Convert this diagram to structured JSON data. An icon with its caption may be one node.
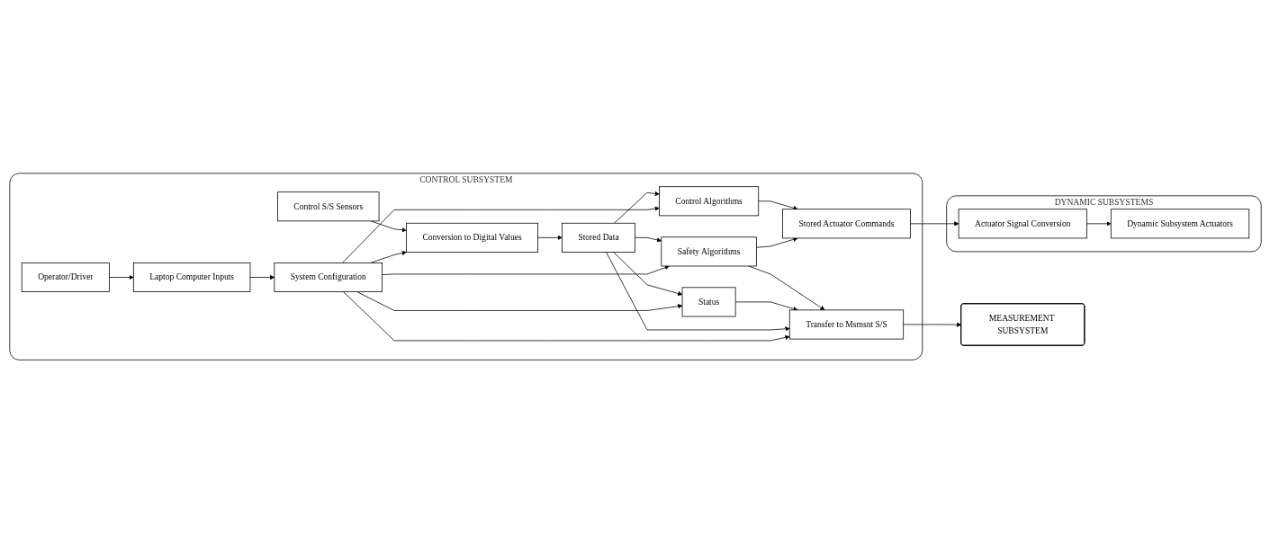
{
  "diagram": {
    "nodes": [
      {
        "text": [
          "CONTROL SUBSYSTEM"
        ]
      },
      {
        "text": [
          "Control S/S Sensors"
        ],
        "in": 0
      },
      {
        "text": [
          "Conversion to Digital Values"
        ],
        "in": 0
      },
      {
        "text": [
          "Stored Data"
        ],
        "in": 0
      },
      {
        "text": [
          "Control Algorithms"
        ],
        "in": 0
      },
      {
        "text": [
          "Safety Algorithms"
        ],
        "in": 0
      },
      {
        "text": [
          "Status"
        ],
        "in": 0
      },
      {
        "text": [
          "Stored Actuator Commands"
        ],
        "in": 0
      },
      {
        "text": [
          "Transfer to Msmsnt S/S"
        ],
        "in": 0
      },
      {
        "text": [
          "System Configuration"
        ],
        "in": 0
      },
      {
        "text": [
          "Laptop Computer Inputs"
        ],
        "in": 0
      },
      {
        "text": [
          "Operator/Driver"
        ],
        "in": 0
      },
      {
        "text": [
          "DYNAMIC SUBSYSTEMS"
        ]
      },
      {
        "text": [
          "Actuator Signal Conversion"
        ],
        "in": 12
      },
      {
        "text": [
          "Dynamic Subsystem Actuators"
        ],
        "in": 12
      },
      {
        "text": [
          "MEASUREMENT SUBSYSTEM"
        ]
      }
    ],
    "edges": [
      {
        "from": 1,
        "to": 2,
        "arrow": "to"
      },
      {
        "from": 2,
        "to": 3,
        "arrow": "to"
      },
      {
        "from": 3,
        "to": 4,
        "arrow": "to"
      },
      {
        "from": 3,
        "to": 5,
        "arrow": "to"
      },
      {
        "from": 3,
        "to": 6,
        "arrow": "to"
      },
      {
        "from": 9,
        "to": 2,
        "arrow": "to"
      },
      {
        "from": 9,
        "to": 4,
        "arrow": "to"
      },
      {
        "from": 9,
        "to": 5,
        "arrow": "to"
      },
      {
        "from": 9,
        "to": 6,
        "arrow": "to"
      },
      {
        "from": 4,
        "to": 7,
        "arrow": "to"
      },
      {
        "from": 5,
        "to": 7,
        "arrow": "to"
      },
      {
        "from": 5,
        "to": 8,
        "arrow": "to"
      },
      {
        "from": 6,
        "to": 8,
        "arrow": "to"
      },
      {
        "from": 3,
        "to": 8,
        "arrow": "to"
      },
      {
        "from": 9,
        "to": 8,
        "arrow": "to"
      },
      {
        "from": 7,
        "to": 13,
        "arrow": "to"
      },
      {
        "from": 13,
        "to": 14,
        "arrow": "to"
      },
      {
        "from": 8,
        "to": 15,
        "arrow": "to"
      },
      {
        "from": 11,
        "to": 10,
        "arrow": "to"
      },
      {
        "from": 10,
        "to": 9,
        "arrow": "to"
      }
    ]
  }
}
